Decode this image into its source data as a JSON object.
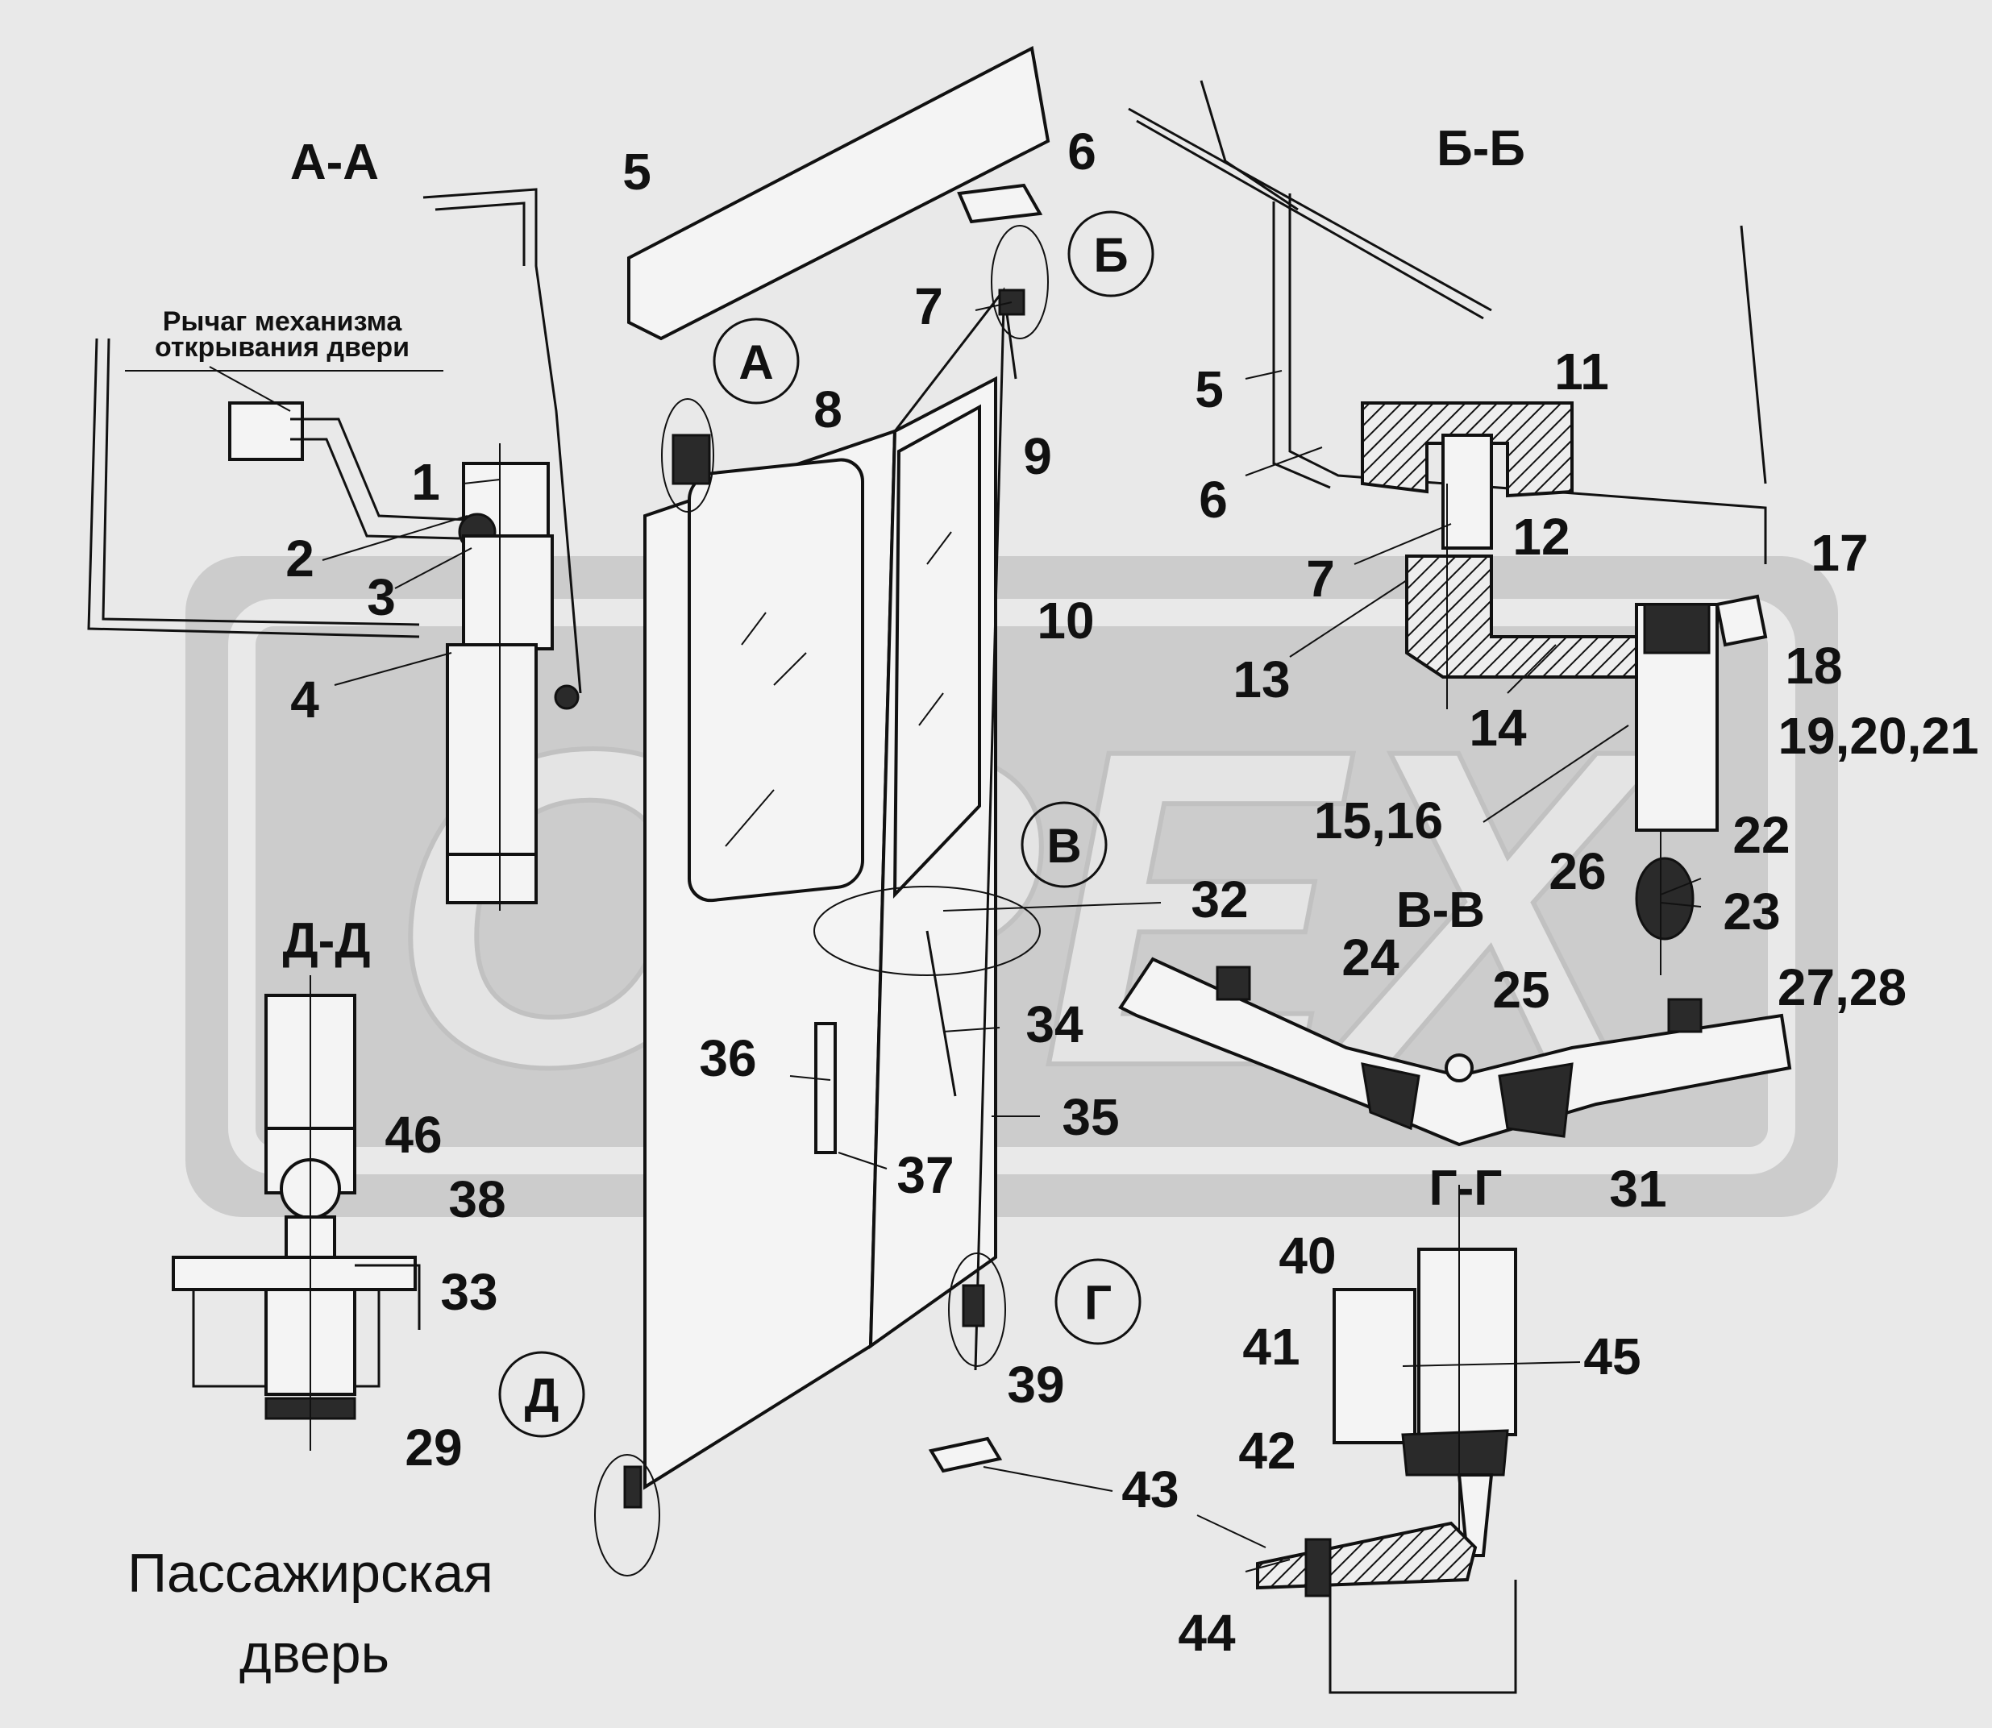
{
  "title": {
    "line1": "Пассажирская",
    "line2": "дверь"
  },
  "watermark": "OPEX",
  "sections": {
    "aa": "А-А",
    "bb": "Б-Б",
    "vv": "В-В",
    "gg": "Г-Г",
    "dd": "Д-Д"
  },
  "callouts": {
    "a": "А",
    "b": "Б",
    "v": "В",
    "g": "Г",
    "d": "Д"
  },
  "note": {
    "line1": "Рычаг механизма",
    "line2": "открывания двери"
  },
  "parts": {
    "p1": "1",
    "p2": "2",
    "p3": "3",
    "p4": "4",
    "p5a": "5",
    "p5b": "5",
    "p6a": "6",
    "p6b": "6",
    "p7a": "7",
    "p7b": "7",
    "p8": "8",
    "p9": "9",
    "p10": "10",
    "p11": "11",
    "p12": "12",
    "p13": "13",
    "p14": "14",
    "p15_16": "15,16",
    "p17": "17",
    "p18": "18",
    "p19_21": "19,20,21",
    "p22": "22",
    "p23": "23",
    "p24": "24",
    "p25": "25",
    "p26": "26",
    "p27_28": "27,28",
    "p29": "29",
    "p31": "31",
    "p32": "32",
    "p33": "33",
    "p34": "34",
    "p35": "35",
    "p36": "36",
    "p37": "37",
    "p38": "38",
    "p39": "39",
    "p40": "40",
    "p41": "41",
    "p42": "42",
    "p43": "43",
    "p44": "44",
    "p45": "45",
    "p46": "46"
  }
}
